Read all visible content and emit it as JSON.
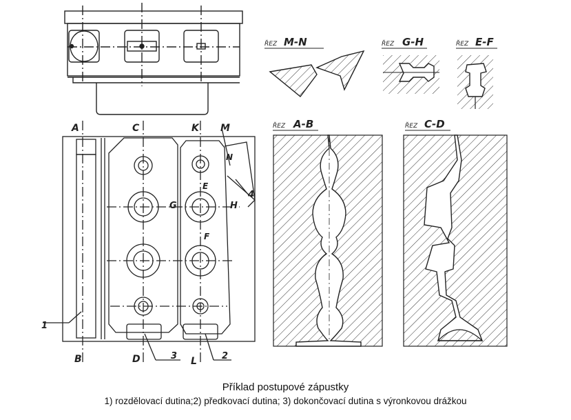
{
  "sections": {
    "mn": {
      "prefix": "ŘEZ",
      "name": "M-N"
    },
    "gh": {
      "prefix": "ŘEZ",
      "name": "G-H"
    },
    "ef": {
      "prefix": "ŘEZ",
      "name": "E-F"
    },
    "ab": {
      "prefix": "ŘEZ",
      "name": "A-B"
    },
    "cd": {
      "prefix": "ŘEZ",
      "name": "C-D"
    }
  },
  "cut_labels": {
    "A": "A",
    "B": "B",
    "C": "C",
    "D": "D",
    "K": "K",
    "L": "L",
    "M": "M",
    "N": "N",
    "G": "G",
    "H": "H",
    "E": "E",
    "F": "F"
  },
  "callouts": {
    "one": "1",
    "two": "2",
    "three": "3",
    "four": "4"
  },
  "caption": {
    "title": "Příklad postupové zápustky",
    "subtitle": "1) rozdělovací dutina;2) předkovací dutina; 3) dokončovací dutina s výronkovou drážkou"
  }
}
